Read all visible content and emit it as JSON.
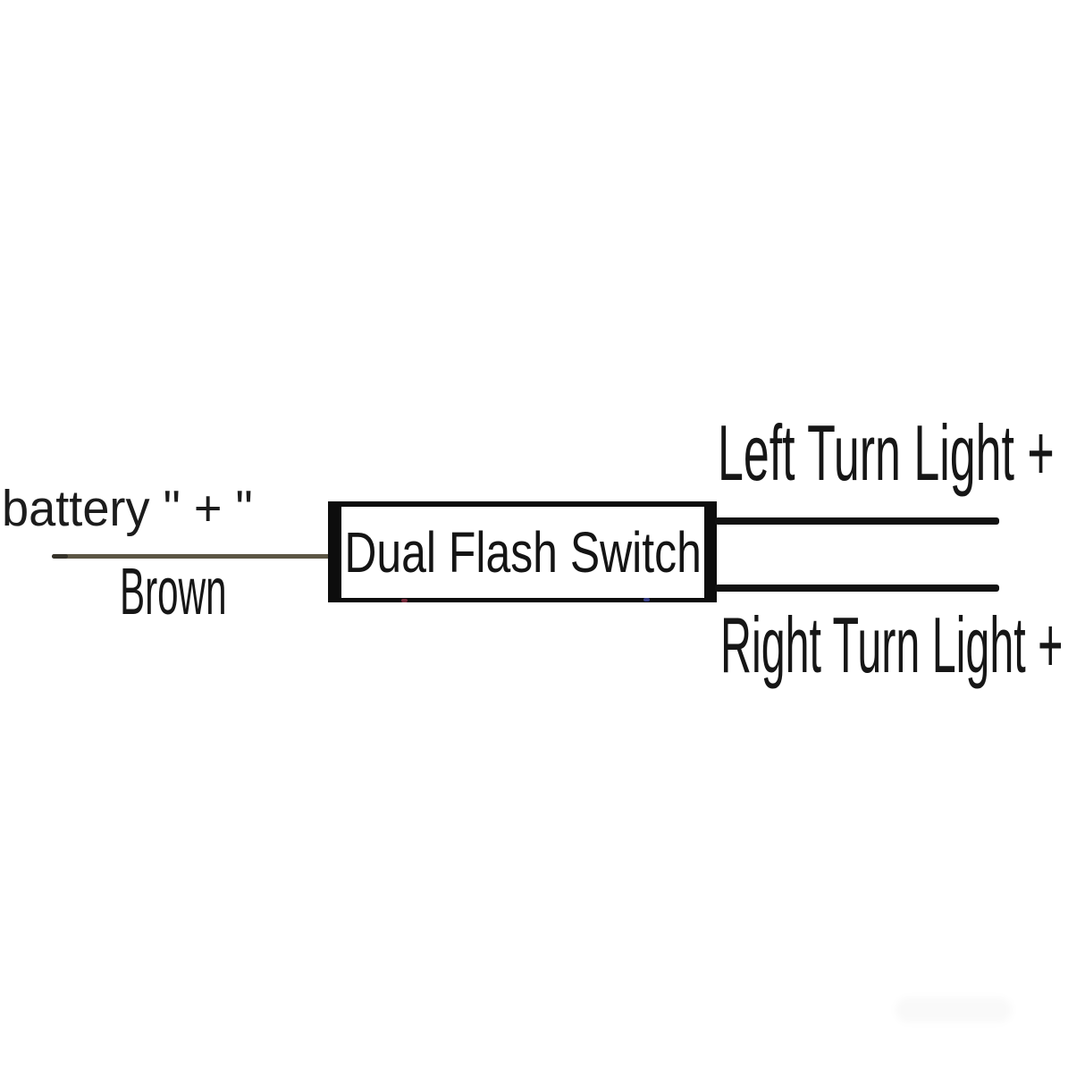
{
  "diagram": {
    "type": "wiring-diagram",
    "battery_label": "battery \" + \"",
    "brown_wire": {
      "color_label": "Brown",
      "connects": "battery positive to switch input"
    },
    "switch_label": "Dual Flash Switch",
    "left_turn_label": "Left Turn Light +",
    "right_turn_label": "Right Turn Light +",
    "colors": {
      "background": "#ffffff",
      "text": "#161616",
      "box_border": "#0d0d0d",
      "wire_black": "#111111",
      "wire_brown": "#5c5645"
    }
  }
}
